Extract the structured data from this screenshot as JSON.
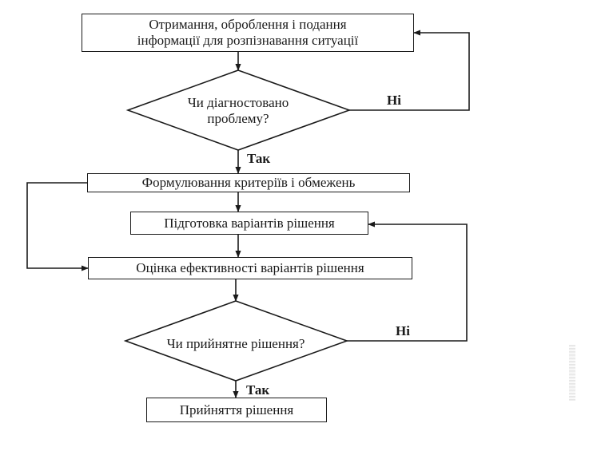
{
  "flowchart": {
    "step_gather_line1": "Отримання, оброблення і подання",
    "step_gather_line2": "інформації для розпізнавання ситуації",
    "decision_diagnosed_line1": "Чи діагностовано",
    "decision_diagnosed_line2": "проблему?",
    "step_criteria": "Формулювання критеріїв і обмежень",
    "step_prepare": "Підготовка варіантів рішення",
    "step_evaluate": "Оцінка ефективності варіантів рішення",
    "decision_acceptable": "Чи прийнятне рішення?",
    "step_adopt": "Прийняття рішення",
    "label_no_1": "Ні",
    "label_yes_1": "Так",
    "label_no_2": "Ні",
    "label_yes_2": "Так"
  },
  "colors": {
    "line": "#1a1a1a",
    "background": "#ffffff"
  }
}
